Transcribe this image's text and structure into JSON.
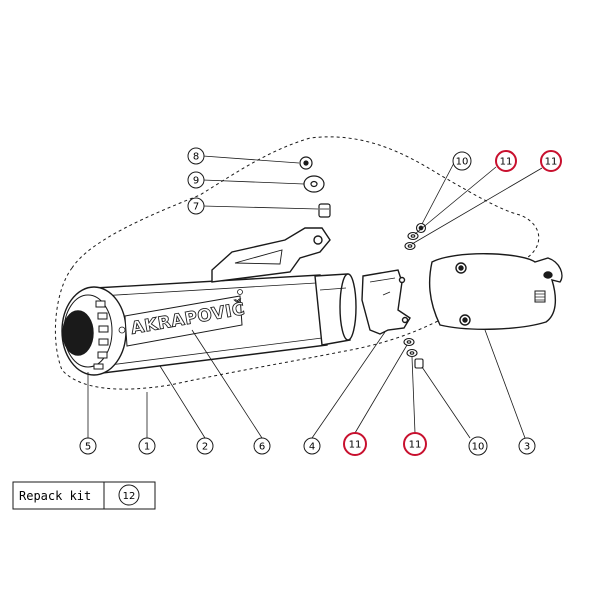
{
  "colors": {
    "line": "#1a1a1a",
    "highlight": "#c8102e",
    "background": "#ffffff"
  },
  "brand": "AKRAPOVIČ",
  "callouts": {
    "c1": "1",
    "c2": "2",
    "c3": "3",
    "c4": "4",
    "c5": "5",
    "c6": "6",
    "c7": "7",
    "c8": "8",
    "c9": "9",
    "c10_top": "10",
    "c10_bottom": "10",
    "c11_top_a": "11",
    "c11_top_b": "11",
    "c11_bottom_a": "11",
    "c11_bottom_b": "11"
  },
  "repack_kit": {
    "label": "Repack kit",
    "number": "12"
  }
}
